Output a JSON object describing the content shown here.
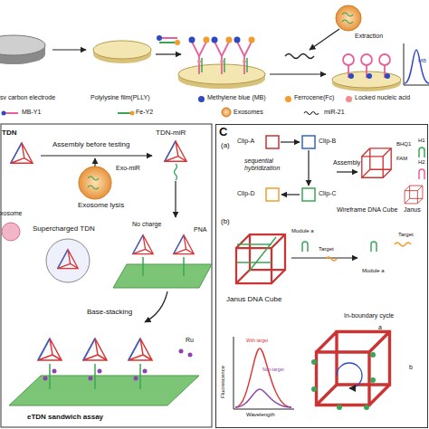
{
  "diagram": {
    "nodes": [
      {
        "text": [
          "C"
        ]
      }
    ],
    "labels": [
      "sv carbon electrode",
      "Polylysine film(PLLY)",
      "Extraction",
      "MB",
      "TDN",
      "Assembly before testing",
      "TDN-miR",
      "Exo-miR",
      "Exosome lysis",
      "xosome",
      "Supercharged TDN",
      "No charge",
      "PNA",
      "Base-stacking",
      "Ru",
      "eTDN sandwich assay",
      "(a)",
      "Clip-A",
      "Clip-B",
      "sequential hybridization",
      "Clip-D",
      "Clip-C",
      "Assembly",
      "BHQ1",
      "FAM",
      "H1",
      "H2",
      "Wireframe DNA Cube",
      "Janus",
      "(b)",
      "Module a",
      "Target",
      "Module a",
      "Target",
      "Janus DNA Cube",
      "In-boundary cycle",
      "a",
      "b",
      "Fluorescence",
      "Wavelength",
      "With target",
      "Non-target"
    ],
    "legend": [
      {
        "text": "Methylene blue (MB)",
        "color": "#2f48c4"
      },
      {
        "text": "Ferrocene(Fc)",
        "color": "#f39c2b"
      },
      {
        "text": "Locked nucleic acid",
        "color": "#f28b8b"
      },
      {
        "text": "MB-Y1"
      },
      {
        "text": "Fe-Y2"
      },
      {
        "text": "Exosomes"
      },
      {
        "text": "miR-21"
      }
    ]
  }
}
